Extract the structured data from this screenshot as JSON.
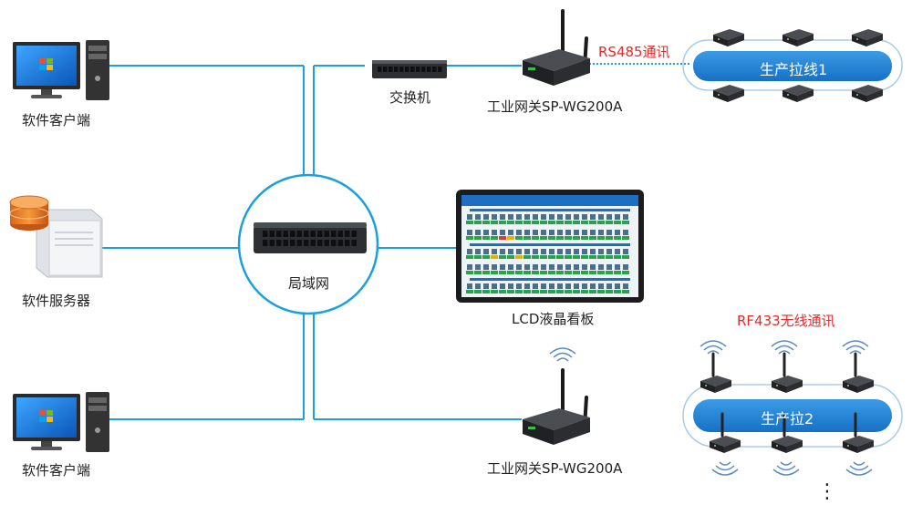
{
  "labels": {
    "client_top": "软件客户端",
    "server": "软件服务器",
    "client_bottom": "软件客户端",
    "lan": "局域网",
    "switch": "交换机",
    "gateway_top": "工业网关SP-WG200A",
    "gateway_bottom": "工业网关SP-WG200A",
    "lcd": "LCD液晶看板",
    "rs485": "RS485通讯",
    "rf433": "RF433无线通讯",
    "line1": "生产拉线1",
    "line2": "生产拉2",
    "more": "⋮"
  },
  "colors": {
    "link": "#1aa0df",
    "line_fill": "#1e7fcf",
    "line_border": "#a9cbe8",
    "device": "#2d2f33",
    "red_text": "#e32a2a"
  },
  "icons": {
    "client": "desktop-computer-icon",
    "server": "database-server-icon",
    "lan_switch": "network-switch-icon",
    "switch": "network-switch-icon",
    "gateway": "industrial-gateway-icon",
    "lcd": "lcd-board-icon",
    "terminal": "terminal-device-icon",
    "wireless": "wireless-signal-icon"
  }
}
